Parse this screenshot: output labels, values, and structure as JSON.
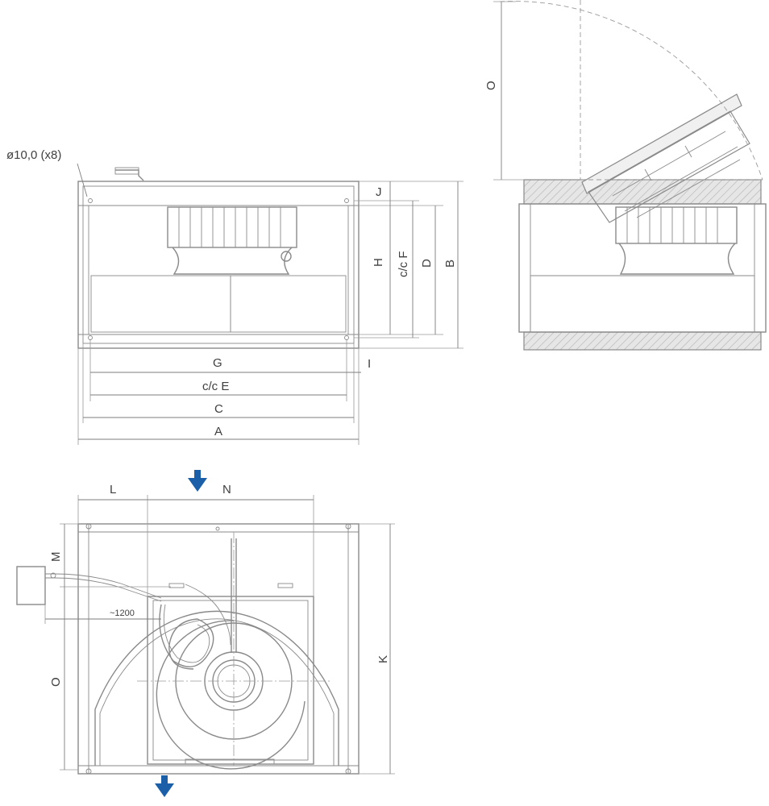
{
  "front_view": {
    "hole_note": "ø10,0 (x8)",
    "dims": {
      "J": "J",
      "H": "H",
      "F": "c/c F",
      "D": "D",
      "B": "B",
      "G": "G",
      "I": "I",
      "E": "c/c E",
      "C": "C",
      "A": "A"
    }
  },
  "side_view": {
    "dims": {
      "O": "O"
    }
  },
  "top_view": {
    "dims": {
      "L": "L",
      "N": "N",
      "M": "M",
      "K": "K",
      "O": "O"
    },
    "cable_note": "~1200"
  },
  "colors": {
    "airflow_arrow": "#1a5fa8",
    "line": "#8a8a8a",
    "hatch": "#b8b8b8"
  },
  "icons": {
    "airflow": "airflow-down-arrow-icon"
  }
}
